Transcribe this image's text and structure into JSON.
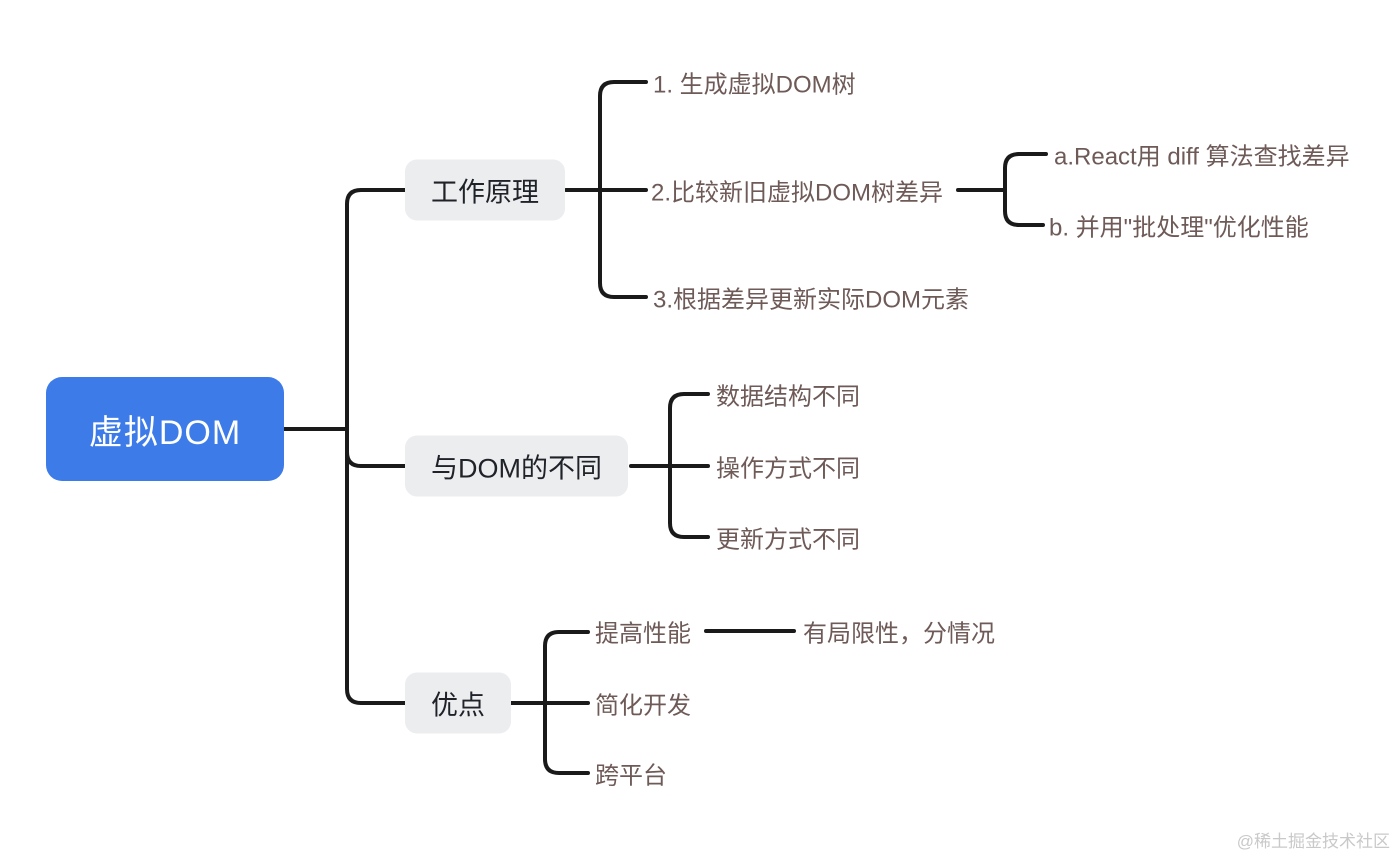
{
  "colors": {
    "root_bg": "#3d7be9",
    "root_text": "#ffffff",
    "branch_bg": "#ecedef",
    "branch_text": "#1f2329",
    "leaf_text": "#6e5a57",
    "line": "#1a1a1a",
    "watermark_text": "#c9c9c9"
  },
  "mindmap": {
    "root": {
      "label": "虚拟DOM"
    },
    "branches": [
      {
        "label": "工作原理",
        "children": [
          {
            "label": "1. 生成虚拟DOM树"
          },
          {
            "label": "2.比较新旧虚拟DOM树差异",
            "children": [
              {
                "label": "a.React用 diff 算法查找差异"
              },
              {
                "label": "b. 并用\"批处理\"优化性能"
              }
            ]
          },
          {
            "label": "3.根据差异更新实际DOM元素"
          }
        ]
      },
      {
        "label": "与DOM的不同",
        "children": [
          {
            "label": "数据结构不同"
          },
          {
            "label": "操作方式不同"
          },
          {
            "label": "更新方式不同"
          }
        ]
      },
      {
        "label": "优点",
        "children": [
          {
            "label": "提高性能",
            "children": [
              {
                "label": "有局限性，分情况"
              }
            ]
          },
          {
            "label": "简化开发"
          },
          {
            "label": "跨平台"
          }
        ]
      }
    ]
  },
  "watermark": "@稀土掘金技术社区"
}
